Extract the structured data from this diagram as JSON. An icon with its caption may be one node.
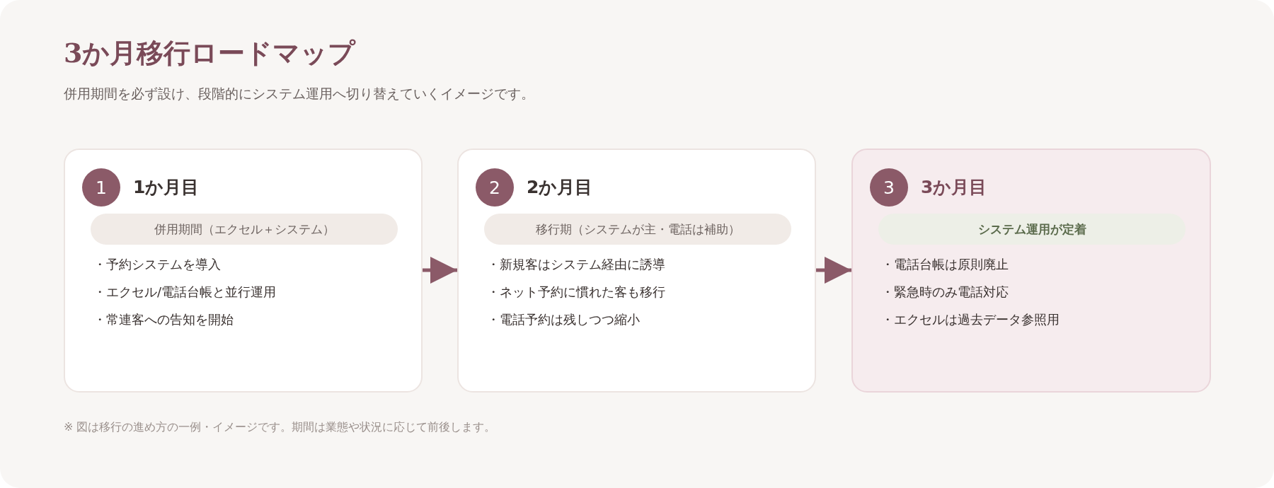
{
  "diagram": {
    "title": "3か月移行ロードマップ",
    "caption": "※ 図は移行の進め方の一例・イメージです。期間は業態や状況に応じて前後します。",
    "nodes": [
      {
        "text": [
          "1か月目",
          "併用期間（エクセル＋システム）",
          "・予約システムを導入",
          "・エクセル/電話台帳と並行運用",
          "・常連客への告知を開始"
        ]
      },
      {
        "text": [
          "1"
        ],
        "in": 0
      },
      {
        "text": [
          "2か月目",
          "移行期（システムが主・電話は補助）",
          "・新規客はシステム経由に誘導",
          "・ネット予約に慣れた客も移行",
          "・電話予約は残しつつ縮小"
        ]
      },
      {
        "text": [
          "2"
        ],
        "in": 2
      },
      {
        "text": [
          "3か月目",
          "システム運用が定着",
          "・電話台帳は原則廃止",
          "・緊急時のみ電話対応",
          "・エクセルは過去データ参照用"
        ]
      },
      {
        "text": [
          "3"
        ],
        "in": 4
      }
    ],
    "edges": [
      {
        "from": 0,
        "to": 2,
        "arrow": "to"
      },
      {
        "from": 2,
        "to": 4,
        "arrow": "to"
      }
    ],
    "labels": [
      "併用期間を必ず設け、段階的にシステム運用へ切り替えていくイメージです。"
    ]
  }
}
